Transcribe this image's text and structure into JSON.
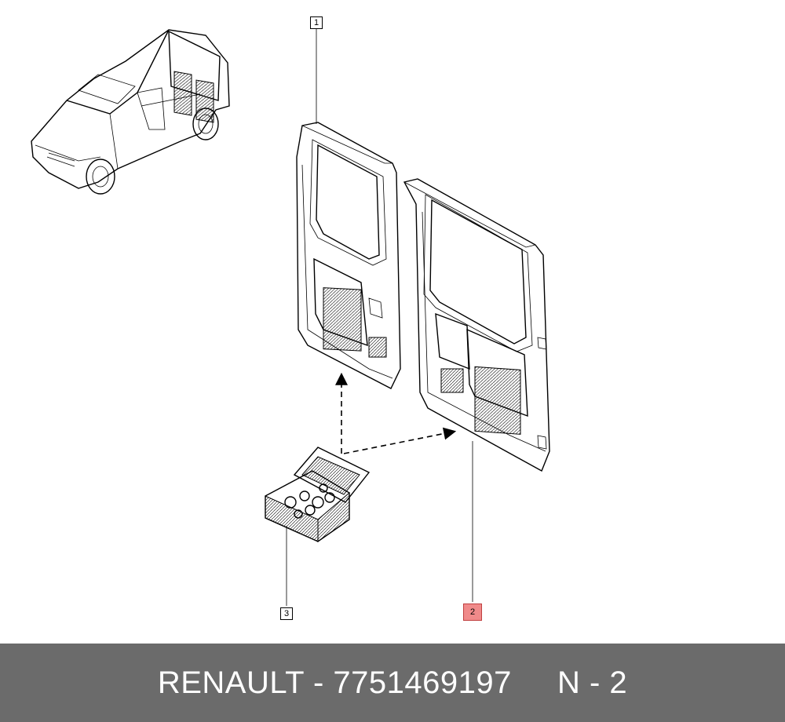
{
  "callouts": {
    "item1": "1",
    "item2": "2",
    "item3": "3",
    "highlighted": "2"
  },
  "footer": {
    "brand": "RENAULT",
    "separator": " - ",
    "part_number": "7751469197",
    "page_code": "N - 2"
  },
  "icons": {
    "vehicle": "van-illustration",
    "door_left": "rear-door-left-panel",
    "door_right": "rear-door-right-panel",
    "kit": "fastener-kit-box"
  },
  "colors": {
    "highlight": "#f08a8a",
    "footer_bg": "#6b6b6b"
  }
}
